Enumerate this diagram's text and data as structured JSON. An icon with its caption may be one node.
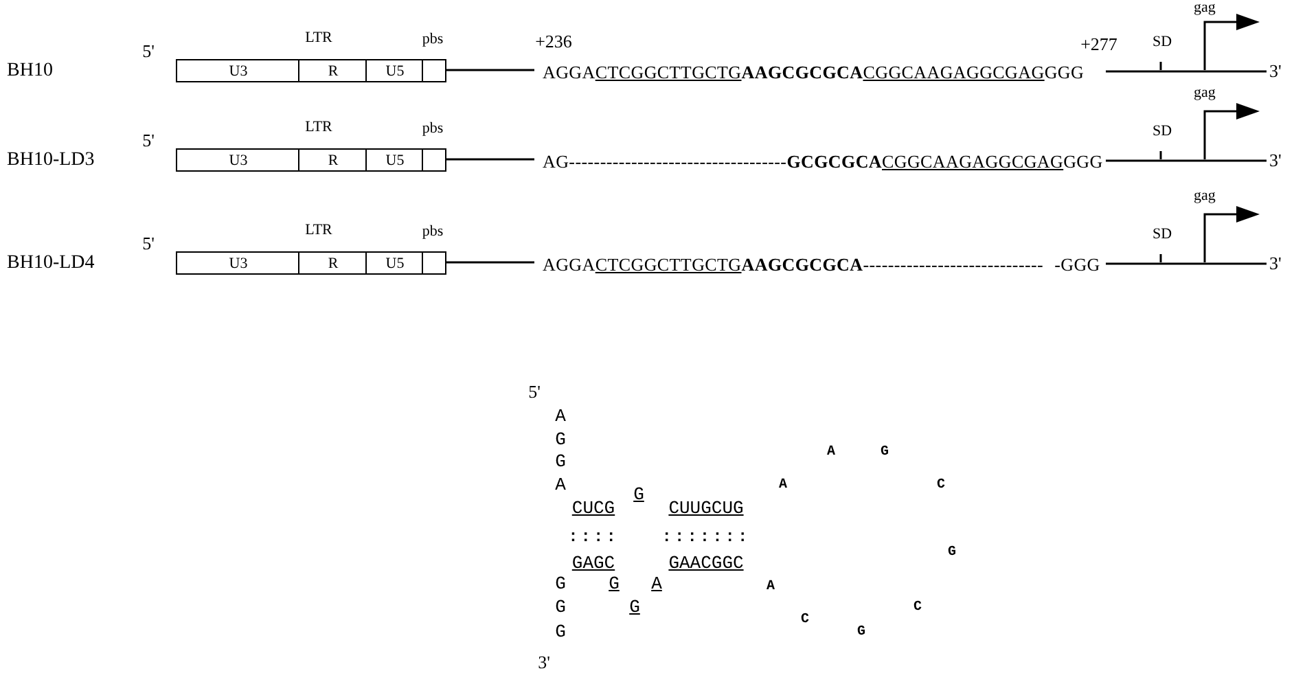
{
  "diagram": {
    "nodes": [
      {
        "text": [
          "U3"
        ]
      },
      {
        "text": [
          "R"
        ]
      },
      {
        "text": [
          "U5"
        ]
      },
      {
        "text": [],
        "shape": "box"
      },
      {
        "text": [
          "AGGA",
          "CTCGGCTTGCTG",
          "AAGCGCGCA",
          "CGGCAAGAGGCGAG",
          "GGG"
        ]
      },
      {
        "text": [
          "3'"
        ]
      },
      {
        "text": [
          "U3"
        ]
      },
      {
        "text": [
          "R"
        ]
      },
      {
        "text": [
          "U5"
        ]
      },
      {
        "text": [],
        "shape": "box"
      },
      {
        "text": [
          "AG-----------------------------------",
          "GCGCGCA",
          "CGGCAAGAGGCGAG",
          "GGG"
        ]
      },
      {
        "text": [
          "3'"
        ]
      },
      {
        "text": [
          "U3"
        ]
      },
      {
        "text": [
          "R"
        ]
      },
      {
        "text": [
          "U5"
        ]
      },
      {
        "text": [],
        "shape": "box"
      },
      {
        "text": [
          "AGGA",
          "CTCGGCTTGCTG",
          "AAGCGCGCA",
          "-----------------------------",
          "-GGG"
        ]
      },
      {
        "text": [
          "3'"
        ]
      }
    ],
    "edges": [
      {
        "from": 3,
        "to": 4,
        "arrow": "none"
      },
      {
        "from": 4,
        "to": 5,
        "arrow": "none"
      },
      {
        "from": 9,
        "to": 10,
        "arrow": "none"
      },
      {
        "from": 10,
        "to": 11,
        "arrow": "none"
      },
      {
        "from": 15,
        "to": 16,
        "arrow": "none"
      },
      {
        "from": 16,
        "to": 17,
        "arrow": "none"
      }
    ],
    "labels": [
      "gag",
      "5'",
      "LTR",
      "pbs",
      "+236",
      "+277",
      "SD",
      "BH10",
      "gag",
      "5'",
      "LTR",
      "pbs",
      "SD",
      "BH10-LD3",
      "gag",
      "5'",
      "LTR",
      "pbs",
      "SD",
      "BH10-LD4",
      "5'",
      "A",
      "A",
      "G",
      "G",
      "G",
      "A",
      "A",
      "C",
      "G",
      "CUCG",
      "CUUGCUG",
      "::::",
      ":::::::",
      "G",
      "GAGC",
      "GAACGGC",
      "G",
      "G",
      "A",
      "A",
      "G",
      "G",
      "C",
      "C",
      "G",
      "G",
      "3'"
    ]
  }
}
